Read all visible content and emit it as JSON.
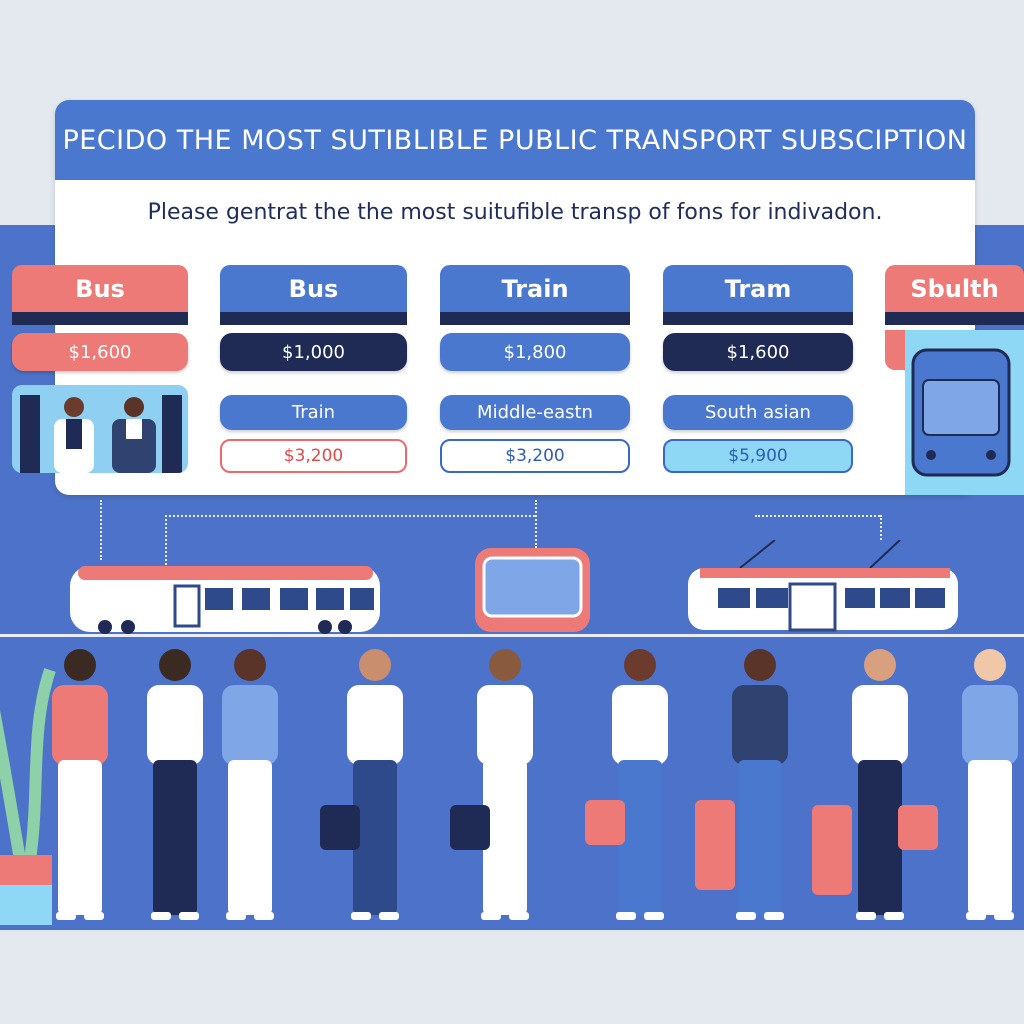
{
  "header": {
    "title": "PECIDO THE MOST SUTIBLIBLE PUBLIC TRANSPORT SUBSCIPTION",
    "subtitle": "Please gentrat  the  the  most  suitufible transp of fons for  indivadon."
  },
  "cards": [
    {
      "label": "Bus",
      "price": "$1,600",
      "color": "#ee7a78"
    },
    {
      "label": "Bus",
      "price": "$1,000",
      "option": "Train",
      "option_price": "$3,200",
      "color": "#4a78cf"
    },
    {
      "label": "Train",
      "price": "$1,800",
      "option": "Middle-eastn",
      "option_price": "$3,200",
      "color": "#4a78cf"
    },
    {
      "label": "Tram",
      "price": "$1,600",
      "option": "South asian",
      "option_price": "$5,900",
      "color": "#4a78cf"
    },
    {
      "label": "Sbulth",
      "color": "#ee7a78"
    }
  ]
}
